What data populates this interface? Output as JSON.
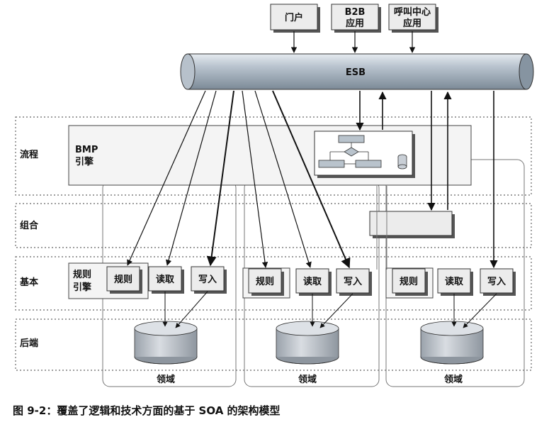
{
  "top_apps": {
    "portal": "门户",
    "b2b_line1": "B2B",
    "b2b_line2": "应用",
    "callcenter_line1": "呼叫中心",
    "callcenter_line2": "应用"
  },
  "esb_label": "ESB",
  "layers": {
    "process": "流程",
    "composite": "组合",
    "basic": "基本",
    "backend": "后端"
  },
  "bmp_line1": "BMP",
  "bmp_line2": "引擎",
  "rule_engine_line1": "规则",
  "rule_engine_line2": "引擎",
  "services": {
    "rule": "规则",
    "read": "读取",
    "write": "写入"
  },
  "domain_label": "领域",
  "caption": "图 9-2：覆盖了逻辑和技术方面的基于 SOA 的架构模型",
  "colors": {
    "esb_mid": "#b7c3cf",
    "esb_dark": "#7c8b99",
    "box_fill": "#ececec",
    "shadow": "#555555",
    "db_fill": "#c9cfd6"
  }
}
